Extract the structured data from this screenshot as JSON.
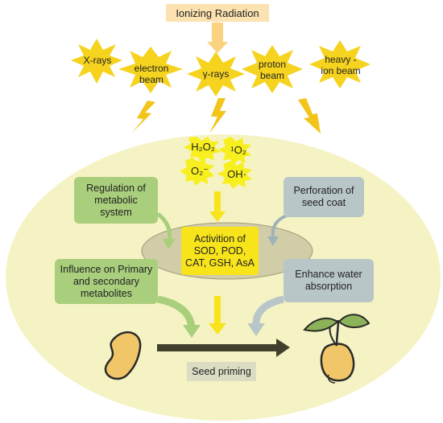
{
  "title": "Ionizing Radiation",
  "radiation_types": [
    "X-rays",
    "electron beam",
    "γ-rays",
    "proton beam",
    "heavy -ion beam"
  ],
  "ros": [
    "H₂O₂",
    "¹O₂",
    "O₂⁻",
    "OH·"
  ],
  "center_box": "Activition of SOD, POD, CAT, GSH, AsA",
  "left_effects": [
    "Regulation of metabolic system",
    "Influence on Primary and secondary metabolites"
  ],
  "right_effects": [
    "Perforation of seed coat",
    "Enhance water absorption"
  ],
  "outcome": "Seed priming",
  "colors": {
    "ellipse": "#f5f3c4",
    "star": "#f5d31f",
    "bolt": "#f3c41a",
    "green_box": "#a9cf7c",
    "blue_box": "#b9c6c8",
    "center_box": "#f7e41b",
    "title_box": "#fbe2b0",
    "main_arrow": "#3f3f2c",
    "seed_priming_box": "#dcdcc4"
  },
  "icons": [
    "seed-icon",
    "seedling-icon",
    "lightning-bolt-icon"
  ]
}
